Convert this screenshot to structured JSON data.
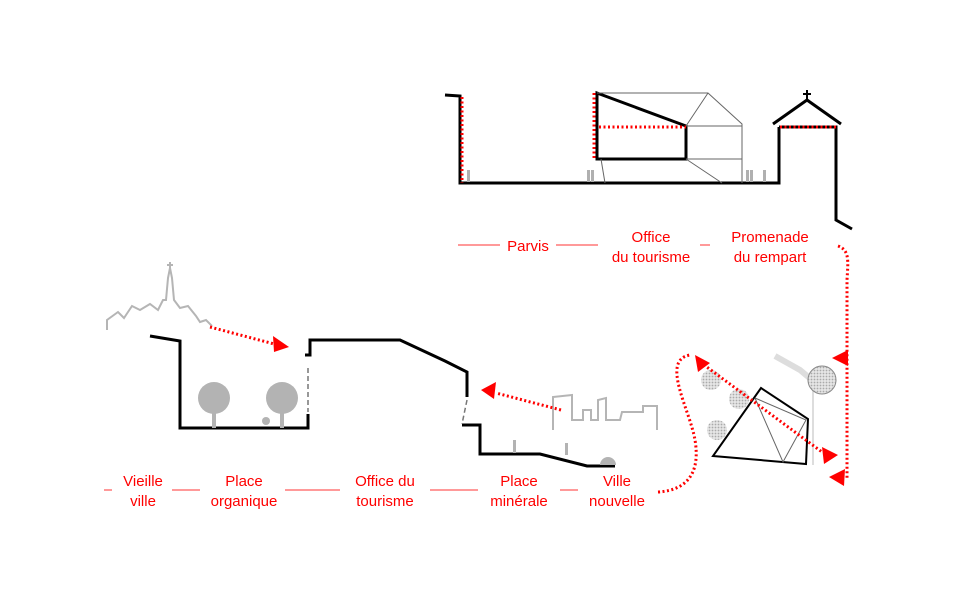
{
  "top_section": {
    "labels": [
      {
        "line1": "Parvis"
      },
      {
        "line1": "Office",
        "line2": "du tourisme"
      },
      {
        "line1": "Promenade",
        "line2": "du rempart"
      }
    ]
  },
  "bottom_section": {
    "labels": [
      {
        "line1": "Vieille",
        "line2": "ville"
      },
      {
        "line1": "Place",
        "line2": "organique"
      },
      {
        "line1": "Office du",
        "line2": "tourisme"
      },
      {
        "line1": "Place",
        "line2": "minérale"
      },
      {
        "line1": "Ville",
        "line2": "nouvelle"
      }
    ]
  },
  "colors": {
    "path": "#ff0000",
    "section": "#000000",
    "context": "#b3b3b3"
  }
}
